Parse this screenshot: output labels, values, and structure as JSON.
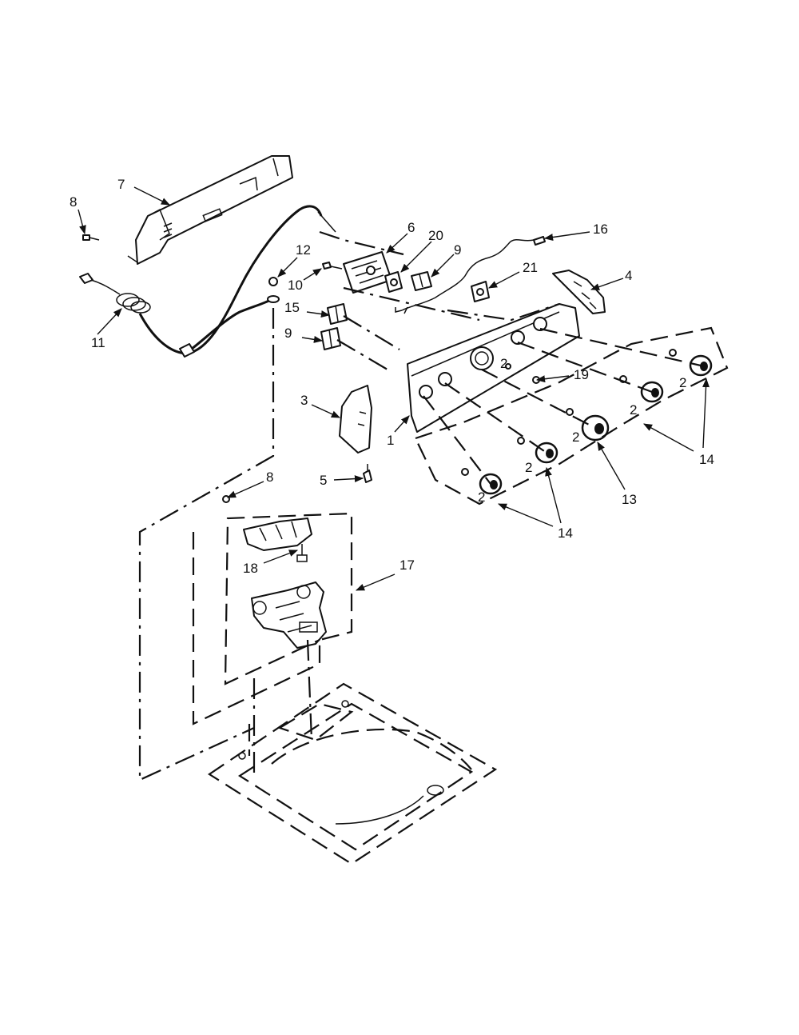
{
  "colors": {
    "line": "#111111",
    "background": "#ffffff"
  },
  "callouts": {
    "c7": "7",
    "c8a": "8",
    "c11": "11",
    "c12": "12",
    "c10": "10",
    "c6": "6",
    "c20": "20",
    "c9a": "9",
    "c16": "16",
    "c21": "21",
    "c4": "4",
    "c15": "15",
    "c9b": "9",
    "c3": "3",
    "c1": "1",
    "c19": "19",
    "c2a": "2",
    "c2b": "2",
    "c2c": "2",
    "c2d": "2",
    "c2e": "2",
    "c2f": "2",
    "c14a": "14",
    "c14b": "14",
    "c13": "13",
    "c5": "5",
    "c8b": "8",
    "c18": "18",
    "c17": "17"
  }
}
